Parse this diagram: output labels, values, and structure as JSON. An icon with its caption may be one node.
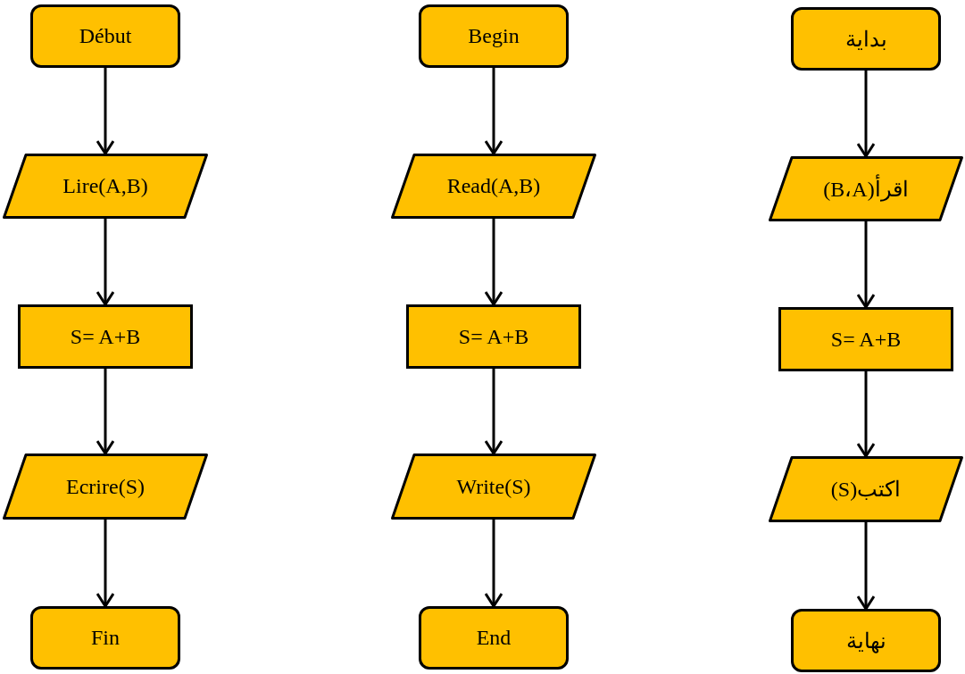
{
  "diagram": {
    "nodes": [
      {
        "text": [
          "Début"
        ]
      },
      {
        "text": [
          "Lire(A,B)"
        ]
      },
      {
        "text": [
          "S= A+B"
        ]
      },
      {
        "text": [
          "Ecrire(S)"
        ]
      },
      {
        "text": [
          "Fin"
        ]
      },
      {
        "text": [
          "Begin"
        ]
      },
      {
        "text": [
          "Read(A,B)"
        ]
      },
      {
        "text": [
          "S= A+B"
        ]
      },
      {
        "text": [
          "Write(S)"
        ]
      },
      {
        "text": [
          "End"
        ]
      },
      {
        "text": [
          "بداية"
        ]
      },
      {
        "text": [
          "اقرأ(B،A)"
        ]
      },
      {
        "text": [
          "S= A+B"
        ]
      },
      {
        "text": [
          "اكتب(S)"
        ]
      },
      {
        "text": [
          "نهاية"
        ]
      }
    ],
    "edges": [
      {
        "from": 0,
        "to": 1,
        "arrow": "to"
      },
      {
        "from": 1,
        "to": 2,
        "arrow": "to"
      },
      {
        "from": 2,
        "to": 3,
        "arrow": "to"
      },
      {
        "from": 3,
        "to": 4,
        "arrow": "to"
      },
      {
        "from": 5,
        "to": 6,
        "arrow": "to"
      },
      {
        "from": 6,
        "to": 7,
        "arrow": "to"
      },
      {
        "from": 7,
        "to": 8,
        "arrow": "to"
      },
      {
        "from": 8,
        "to": 9,
        "arrow": "to"
      },
      {
        "from": 10,
        "to": 11,
        "arrow": "to"
      },
      {
        "from": 11,
        "to": 12,
        "arrow": "to"
      },
      {
        "from": 12,
        "to": 13,
        "arrow": "to"
      },
      {
        "from": 13,
        "to": 14,
        "arrow": "to"
      }
    ]
  }
}
